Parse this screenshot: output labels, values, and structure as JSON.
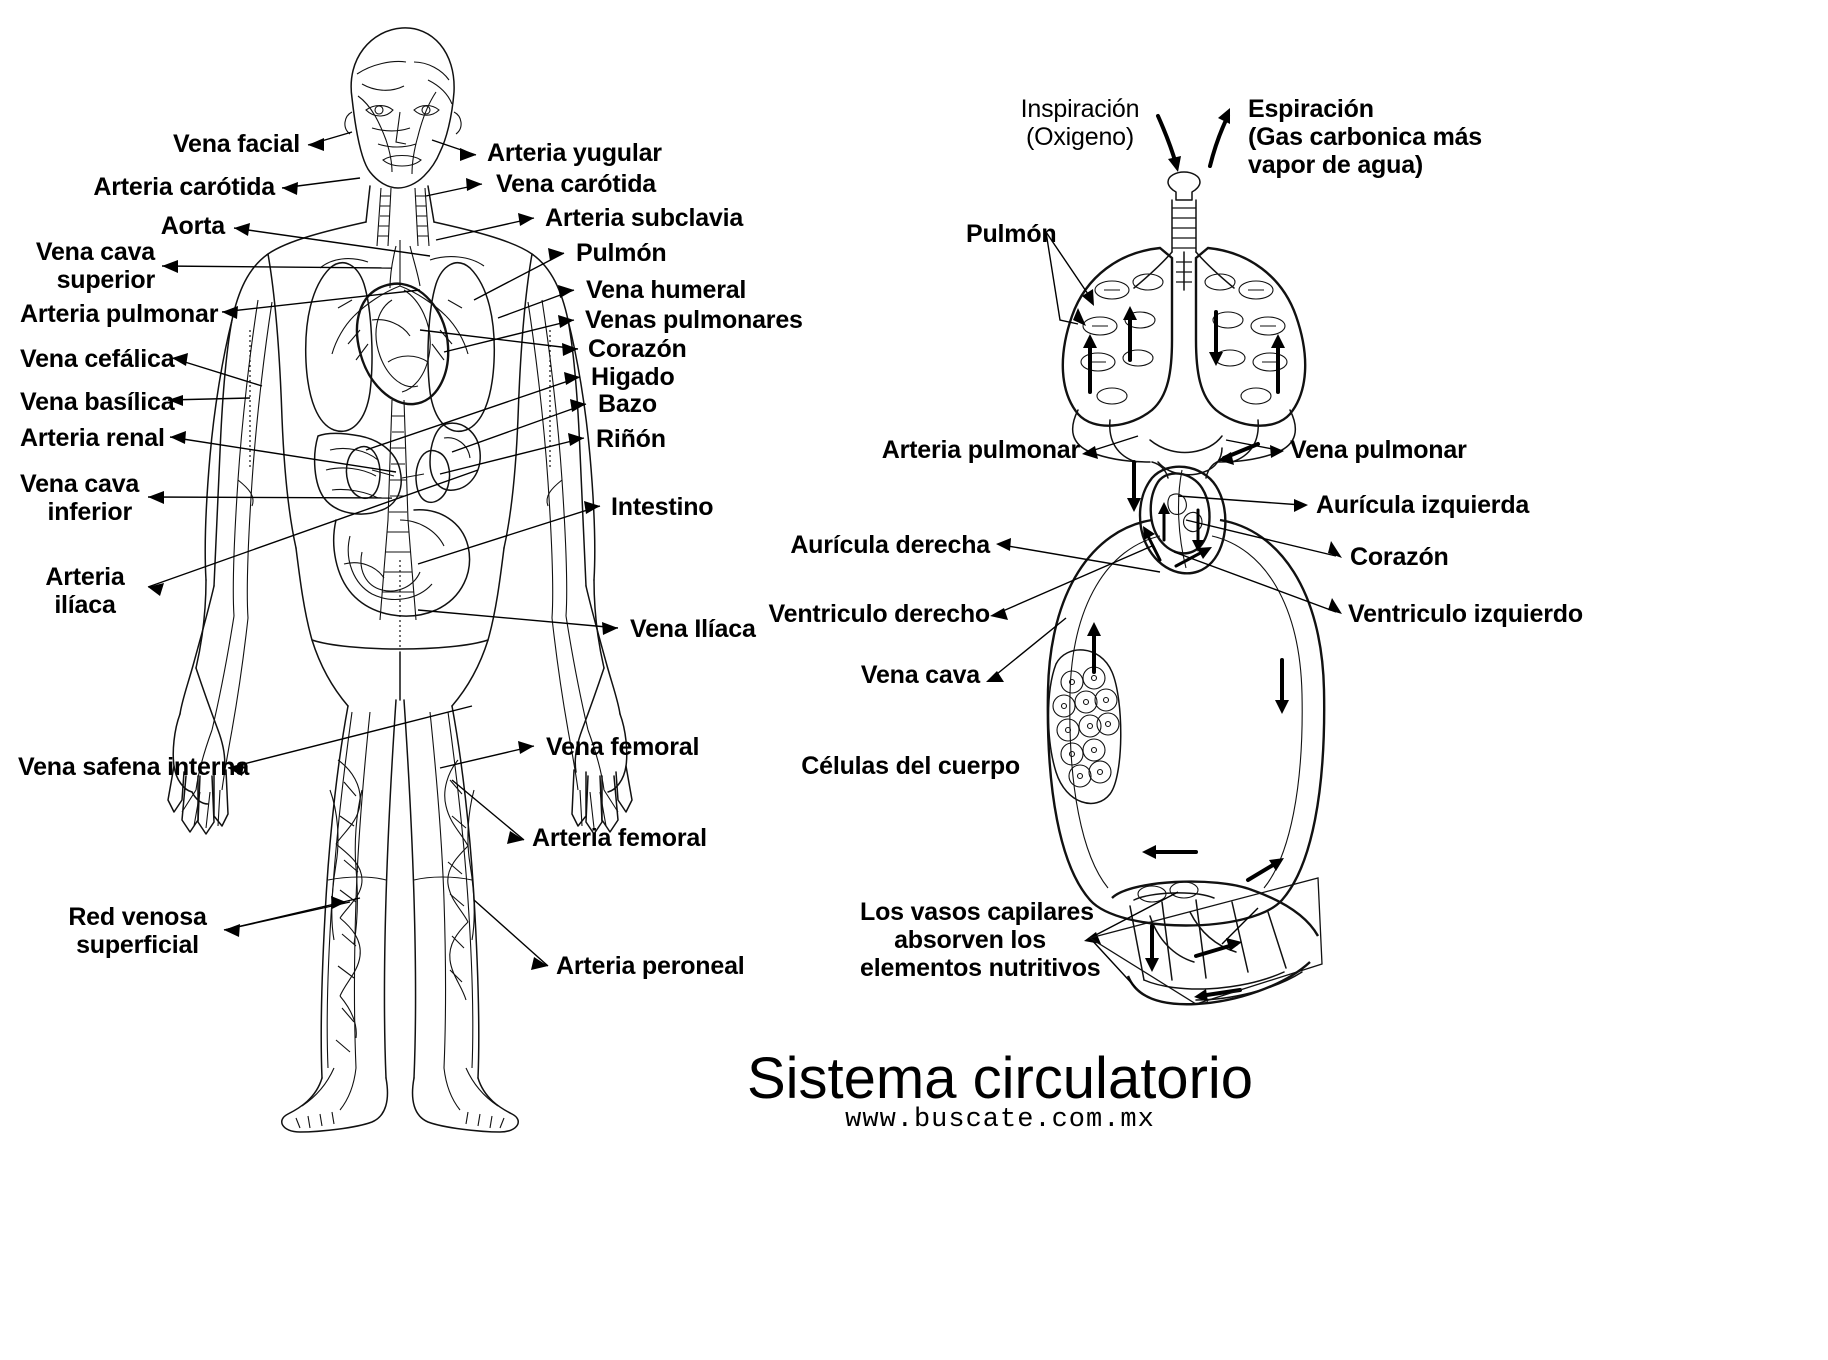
{
  "title": "Sistema circulatorio",
  "website": "www.buscate.com.mx",
  "figures": {
    "left": {
      "name": "human-body-circulatory-system",
      "labels_left": [
        {
          "key": "vena_facial",
          "text": "Vena facial"
        },
        {
          "key": "arteria_carotida",
          "text": "Arteria carótida"
        },
        {
          "key": "aorta",
          "text": "Aorta"
        },
        {
          "key": "vena_cava_superior",
          "text": "Vena cava\nsuperior"
        },
        {
          "key": "arteria_pulmonar",
          "text": "Arteria pulmonar"
        },
        {
          "key": "vena_cefalica",
          "text": "Vena cefálica"
        },
        {
          "key": "vena_basilica",
          "text": "Vena basílica"
        },
        {
          "key": "arteria_renal",
          "text": "Arteria renal"
        },
        {
          "key": "vena_cava_inferior",
          "text": "Vena cava\ninferior"
        },
        {
          "key": "arteria_iliaca",
          "text": "Arteria\nilíaca"
        },
        {
          "key": "vena_safena_interna",
          "text": "Vena safena interna"
        },
        {
          "key": "red_venosa_superficial",
          "text": "Red venosa\nsuperficial"
        }
      ],
      "labels_right": [
        {
          "key": "arteria_yugular",
          "text": "Arteria yugular"
        },
        {
          "key": "vena_carotida",
          "text": "Vena carótida"
        },
        {
          "key": "arteria_subclavia",
          "text": "Arteria subclavia"
        },
        {
          "key": "pulmon",
          "text": "Pulmón"
        },
        {
          "key": "vena_humeral",
          "text": "Vena humeral"
        },
        {
          "key": "venas_pulmonares",
          "text": "Venas pulmonares"
        },
        {
          "key": "corazon",
          "text": "Corazón"
        },
        {
          "key": "higado",
          "text": "Higado"
        },
        {
          "key": "bazo",
          "text": "Bazo"
        },
        {
          "key": "rinon",
          "text": "Riñón"
        },
        {
          "key": "intestino",
          "text": "Intestino"
        },
        {
          "key": "vena_iliaca",
          "text": "Vena Ilíaca"
        },
        {
          "key": "vena_femoral",
          "text": "Vena femoral"
        },
        {
          "key": "arteria_femoral",
          "text": "Arteria femoral"
        },
        {
          "key": "arteria_peroneal",
          "text": "Arteria peroneal"
        }
      ]
    },
    "right": {
      "name": "pulmonary-systemic-circulation-schematic",
      "labels": [
        {
          "key": "inspiracion",
          "text": "Inspiración\n(Oxigeno)"
        },
        {
          "key": "espiracion",
          "text": "Espiración\n(Gas carbonica más\nvapor de agua)"
        },
        {
          "key": "pulmon",
          "text": "Pulmón"
        },
        {
          "key": "arteria_pulmonar",
          "text": "Arteria pulmonar"
        },
        {
          "key": "vena_pulmonar",
          "text": "Vena pulmonar"
        },
        {
          "key": "auricula_derecha",
          "text": "Aurícula derecha"
        },
        {
          "key": "auricula_izquierda",
          "text": "Aurícula izquierda"
        },
        {
          "key": "corazon",
          "text": "Corazón"
        },
        {
          "key": "ventriculo_derecho",
          "text": "Ventriculo derecho"
        },
        {
          "key": "ventriculo_izquierdo",
          "text": "Ventriculo izquierdo"
        },
        {
          "key": "vena_cava",
          "text": "Vena cava"
        },
        {
          "key": "celulas_del_cuerpo",
          "text": "Células del cuerpo"
        },
        {
          "key": "vasos_capilares",
          "text": "Los vasos capilares\nabsorven los\nelementos nutritivos"
        }
      ]
    }
  },
  "colors": {
    "ink": "#111111",
    "background": "#ffffff"
  }
}
